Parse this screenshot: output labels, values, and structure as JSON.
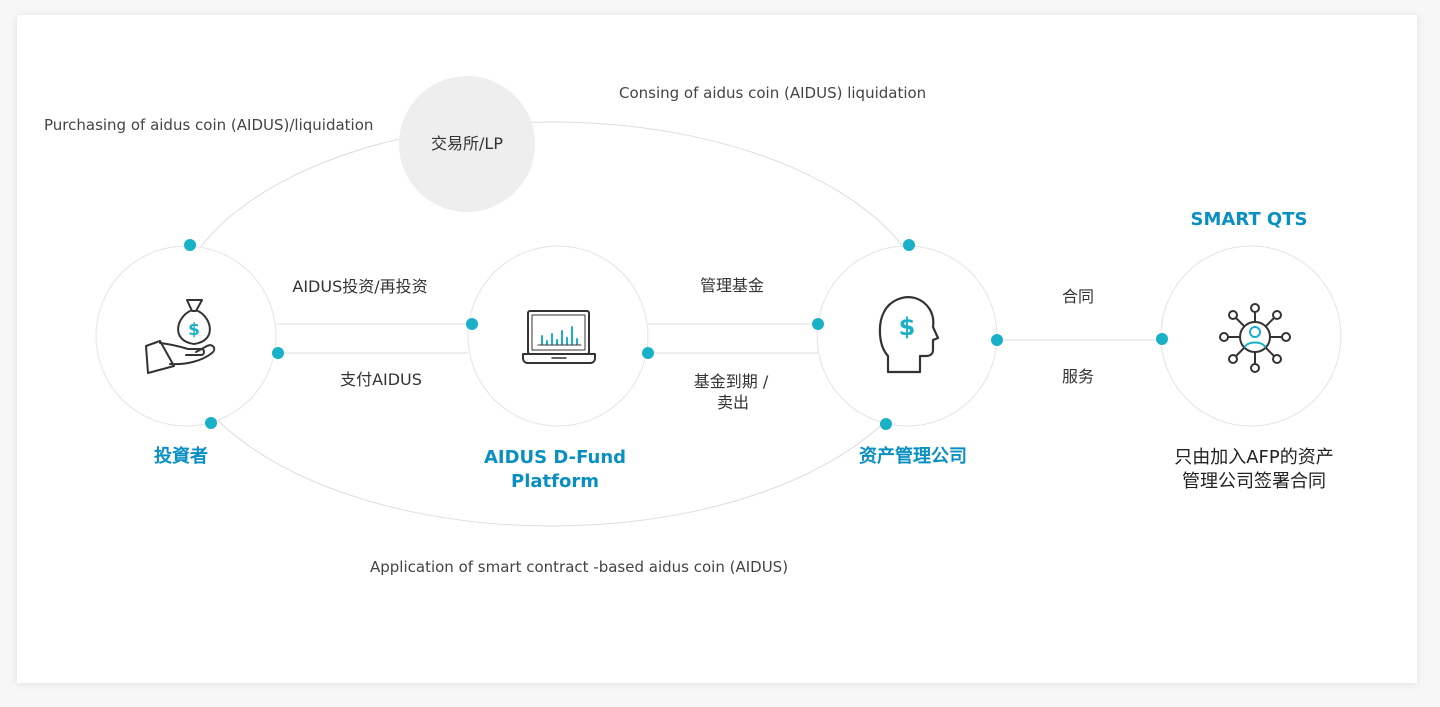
{
  "colors": {
    "accent": "#1ab0c8",
    "node_label": "#0a8fc2",
    "line": "#dddddd",
    "exchange_fill": "#eeeeee"
  },
  "exchange": {
    "label": "交易所/LP"
  },
  "flows": {
    "purchase": "Purchasing of aidus coin (AIDUS)/liquidation",
    "consing": "Consing of aidus coin (AIDUS) liquidation",
    "application": "Application of smart contract -based aidus coin (AIDUS)"
  },
  "edges": {
    "invest": "AIDUS投资/再投资",
    "pay": "支付AIDUS",
    "manage": "管理基金",
    "mature_line1": "基金到期 /",
    "mature_line2": "卖出",
    "contract": "合同",
    "service": "服务"
  },
  "nodes": {
    "investor": {
      "label": "投資者",
      "icon": "money-bag-hand-icon"
    },
    "platform": {
      "label_line1": "AIDUS D-Fund",
      "label_line2": "Platform",
      "icon": "laptop-chart-icon"
    },
    "asset_mgmt": {
      "label": "资产管理公司",
      "icon": "head-dollar-icon"
    },
    "qts": {
      "title": "SMART QTS",
      "desc_line1": "只由加入AFP的资产",
      "desc_line2": "管理公司签署合同",
      "icon": "network-user-icon"
    }
  }
}
